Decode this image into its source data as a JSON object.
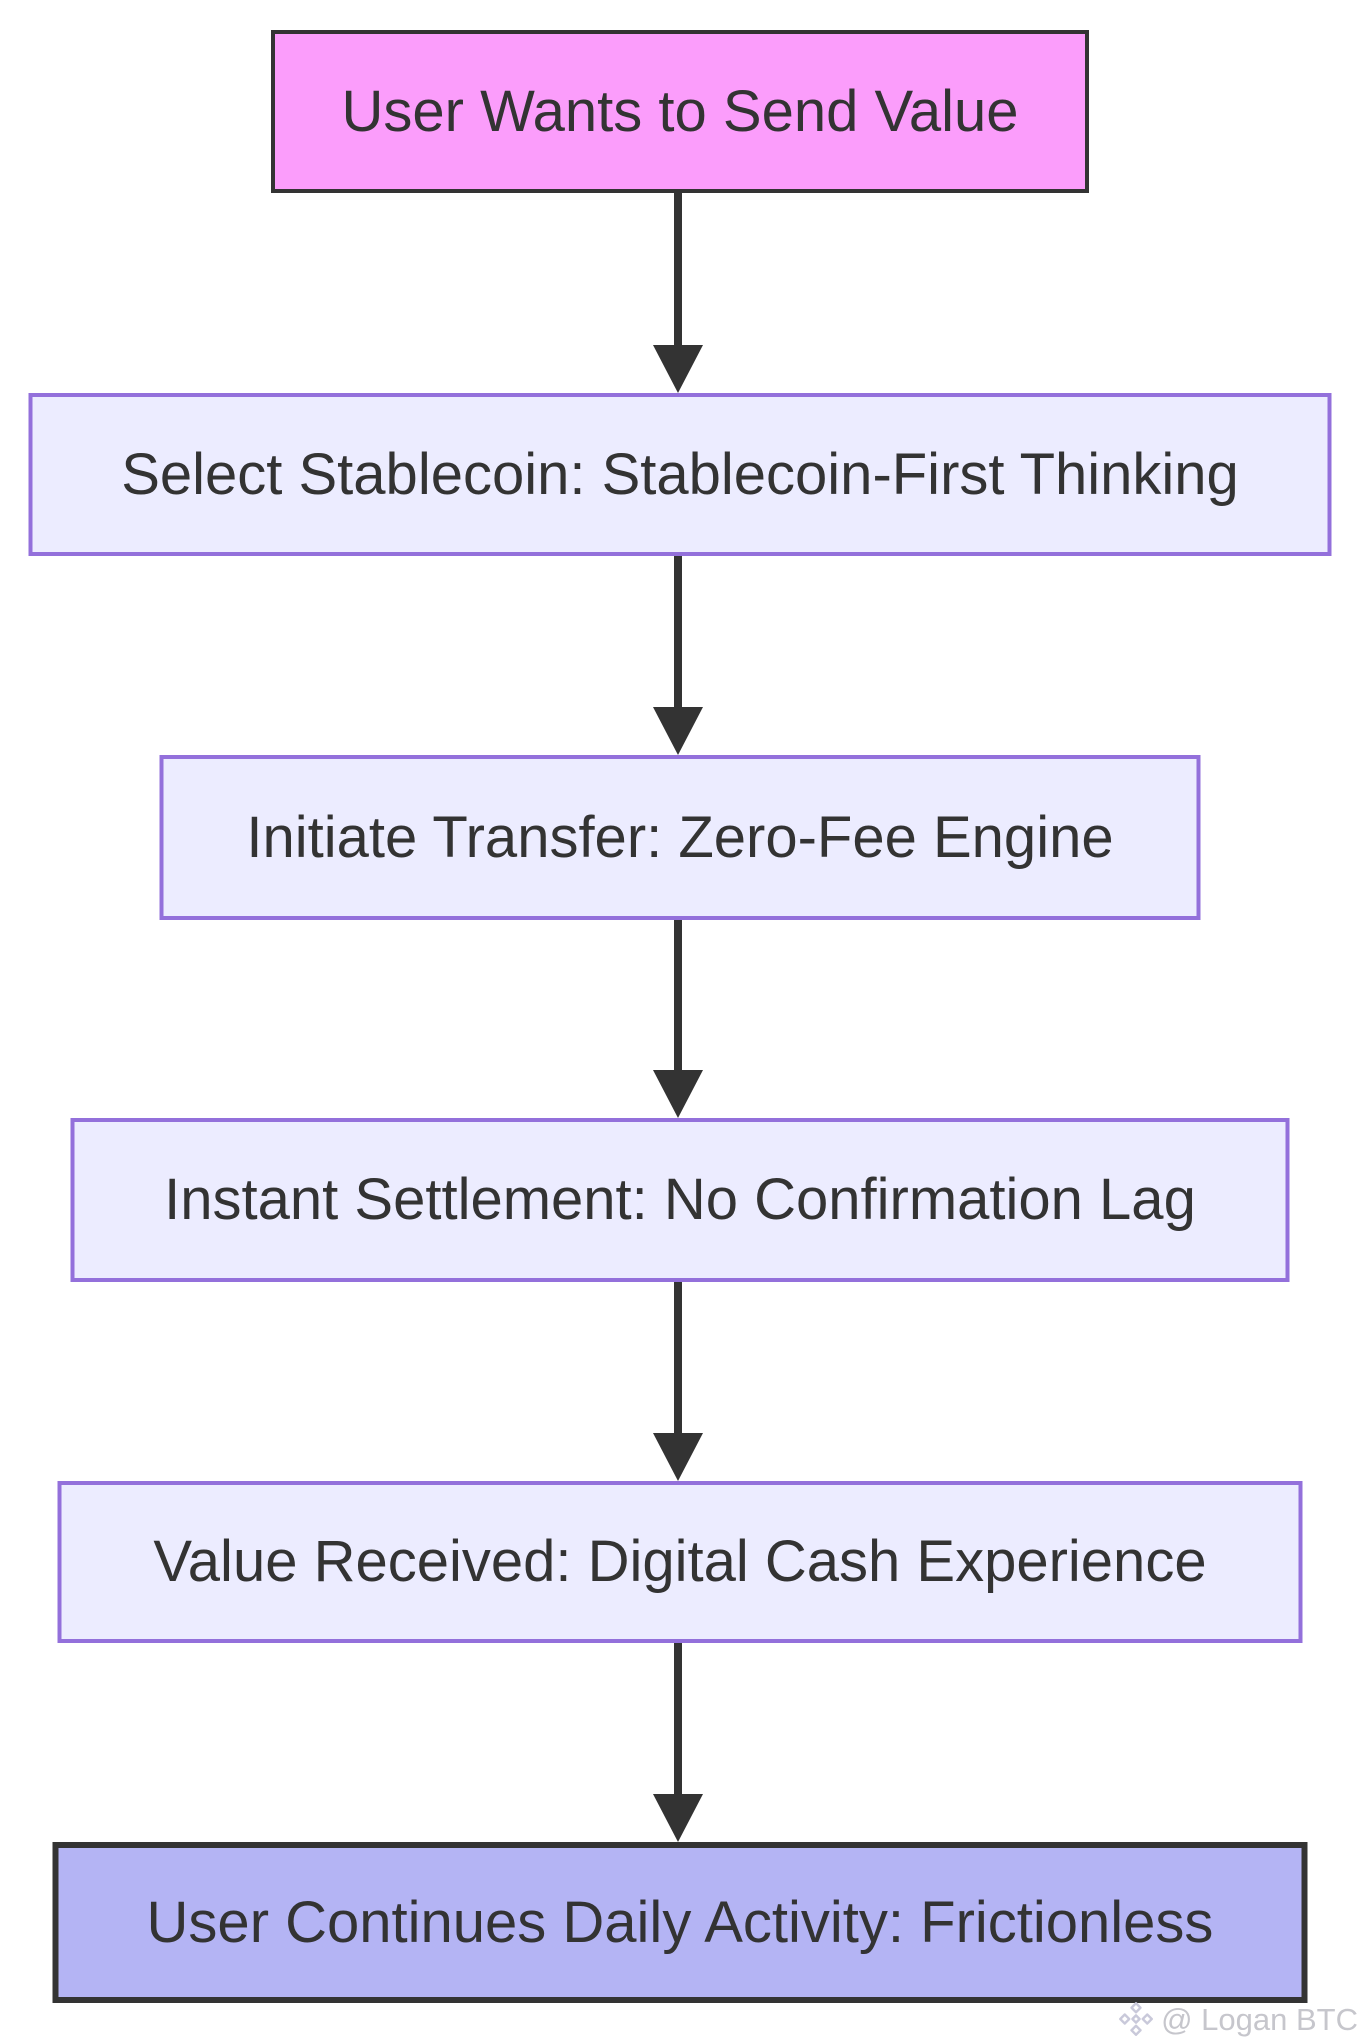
{
  "diagram": {
    "type": "flowchart",
    "direction": "top-down",
    "nodes": [
      {
        "id": "start",
        "label": "User Wants to Send Value",
        "fill": "#fb9dfb",
        "border_color": "#333333",
        "border_width": "4px"
      },
      {
        "id": "select",
        "label": "Select Stablecoin: Stablecoin-First Thinking",
        "fill": "#ececff",
        "border_color": "#9370db",
        "border_width": "4px"
      },
      {
        "id": "initiate",
        "label": "Initiate Transfer: Zero-Fee Engine",
        "fill": "#ececff",
        "border_color": "#9370db",
        "border_width": "4px"
      },
      {
        "id": "settle",
        "label": "Instant Settlement: No Confirmation Lag",
        "fill": "#ececff",
        "border_color": "#9370db",
        "border_width": "4px"
      },
      {
        "id": "received",
        "label": "Value Received: Digital Cash Experience",
        "fill": "#ececff",
        "border_color": "#9370db",
        "border_width": "4px"
      },
      {
        "id": "continue",
        "label": "User Continues Daily Activity: Frictionless",
        "fill": "#b4b4f4",
        "border_color": "#333333",
        "border_width": "6px"
      }
    ],
    "edges": [
      {
        "from": "start",
        "to": "select"
      },
      {
        "from": "select",
        "to": "initiate"
      },
      {
        "from": "initiate",
        "to": "settle"
      },
      {
        "from": "settle",
        "to": "received"
      },
      {
        "from": "received",
        "to": "continue"
      }
    ],
    "colors": {
      "background": "#ffffff",
      "node_text": "#333333",
      "arrow": "#333333",
      "default_node_fill": "#ececff",
      "default_node_border": "#9370db",
      "start_node_fill": "#fb9dfb",
      "end_node_fill": "#b4b4f4",
      "watermark_text": "#c6c6cc",
      "watermark_icon": "#c9c9da"
    },
    "watermark": {
      "icon": "gem-logo-icon",
      "text": "@ Logan BTC"
    }
  }
}
